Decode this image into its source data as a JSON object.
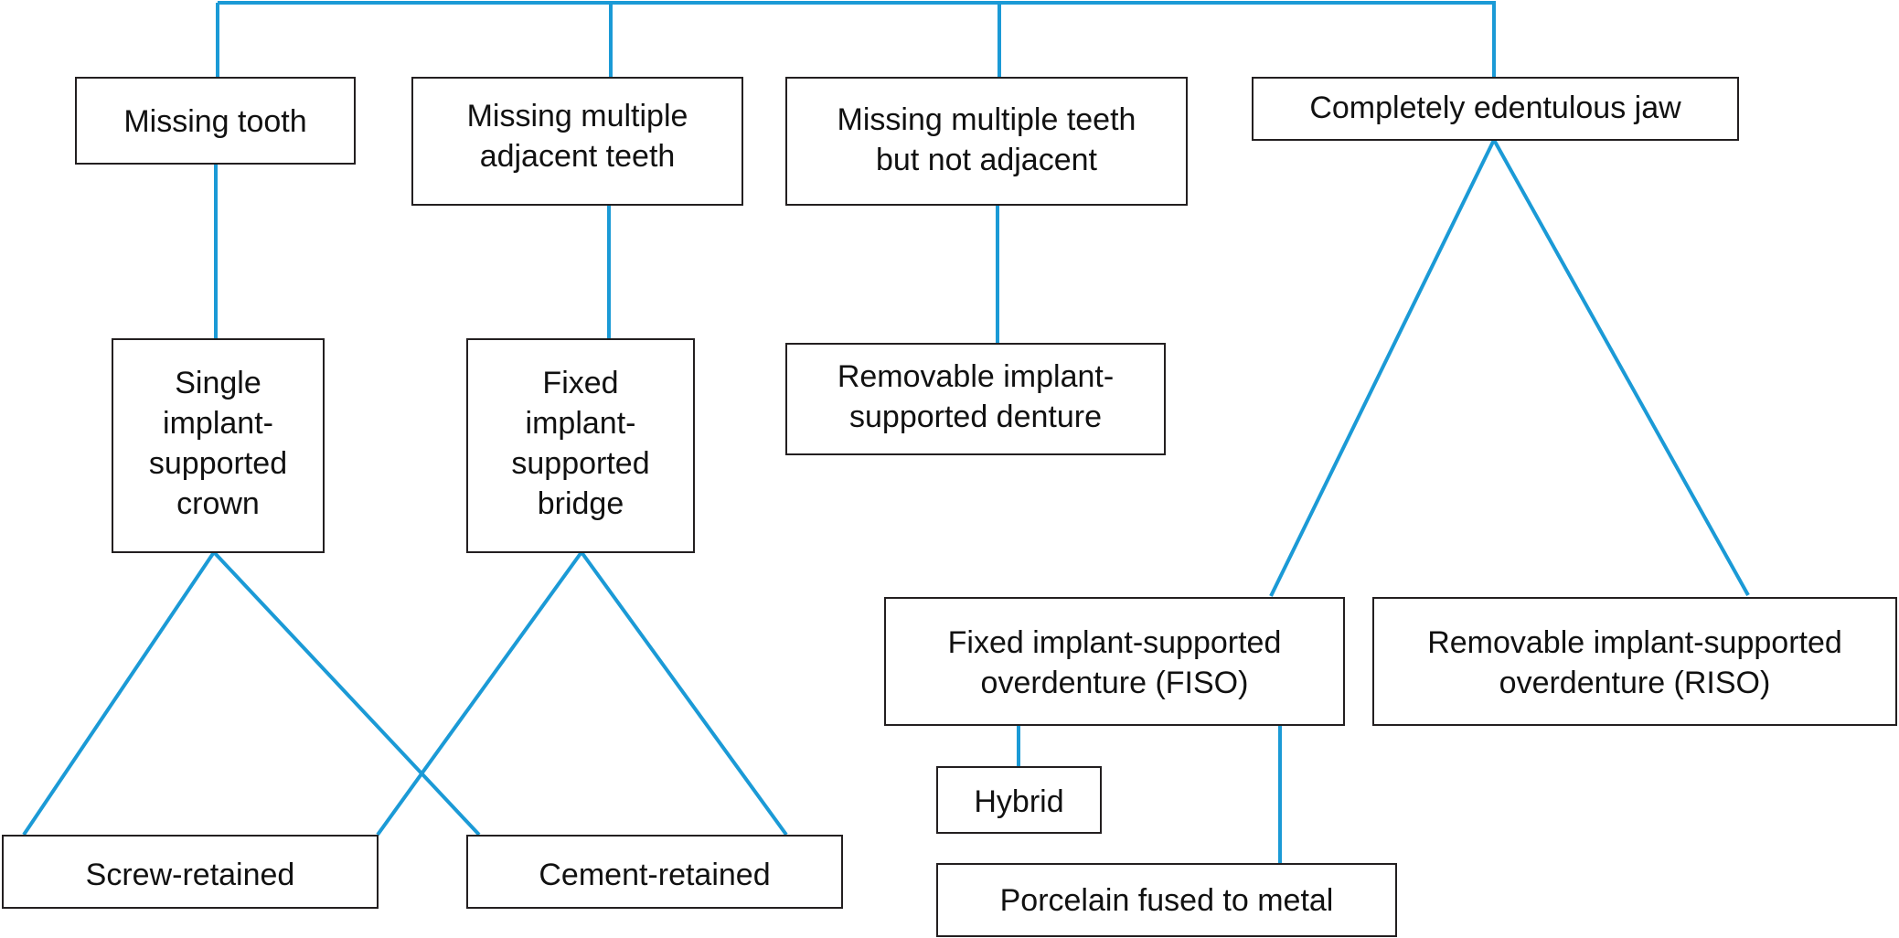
{
  "colors": {
    "connector": "#1b9ad6",
    "box_border": "#231f20",
    "text": "#111111",
    "background": "#ffffff"
  },
  "nodes": {
    "missing_tooth": [
      "Missing tooth"
    ],
    "missing_adjacent": [
      "Missing multiple",
      "adjacent teeth"
    ],
    "missing_not_adjacent": [
      "Missing multiple teeth",
      "but not adjacent"
    ],
    "edentulous": [
      "Completely edentulous jaw"
    ],
    "single_crown": [
      "Single",
      "implant-",
      "supported",
      "crown"
    ],
    "fixed_bridge": [
      "Fixed",
      "implant-",
      "supported",
      "bridge"
    ],
    "removable_denture": [
      "Removable implant-",
      "supported denture"
    ],
    "fiso": [
      "Fixed implant-supported",
      "overdenture (FISO)"
    ],
    "riso": [
      "Removable implant-supported",
      "overdenture (RISO)"
    ],
    "hybrid": [
      "Hybrid"
    ],
    "pfm": [
      "Porcelain fused to metal"
    ],
    "screw": [
      "Screw-retained"
    ],
    "cement": [
      "Cement-retained"
    ]
  },
  "edges": [
    [
      "root",
      "missing_tooth"
    ],
    [
      "root",
      "missing_adjacent"
    ],
    [
      "root",
      "missing_not_adjacent"
    ],
    [
      "root",
      "edentulous"
    ],
    [
      "missing_tooth",
      "single_crown"
    ],
    [
      "missing_adjacent",
      "fixed_bridge"
    ],
    [
      "missing_not_adjacent",
      "removable_denture"
    ],
    [
      "edentulous",
      "fiso"
    ],
    [
      "edentulous",
      "riso"
    ],
    [
      "single_crown",
      "screw"
    ],
    [
      "single_crown",
      "cement"
    ],
    [
      "fixed_bridge",
      "screw"
    ],
    [
      "fixed_bridge",
      "cement"
    ],
    [
      "fiso",
      "hybrid"
    ],
    [
      "fiso",
      "pfm"
    ]
  ]
}
